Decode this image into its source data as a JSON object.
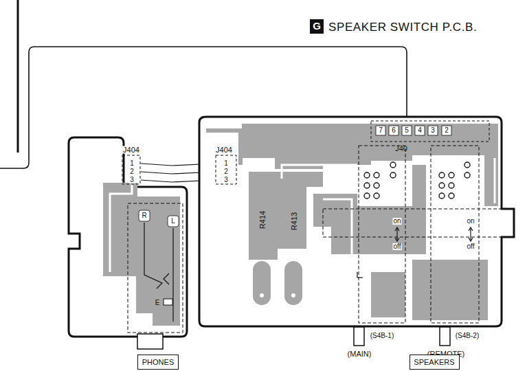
{
  "diagram": {
    "title": "SPEAKER SWITCH P.C.B.",
    "nodes": [
      {
        "text": [
          "G"
        ]
      },
      {
        "text": [
          "PHONES"
        ]
      },
      {
        "text": [
          "SPEAKERS"
        ]
      }
    ],
    "labels": [
      "J404",
      "1",
      "2",
      "3",
      "R",
      "L",
      "E",
      "J404",
      "1",
      "2",
      "3",
      "R414",
      "R413",
      "7",
      "6",
      "5",
      "4",
      "3",
      "2",
      "J40",
      "on",
      "off",
      "on",
      "off",
      "(S4B-1)",
      "(S4B-2)",
      "(MAIN)",
      "(REMOTE)"
    ]
  }
}
